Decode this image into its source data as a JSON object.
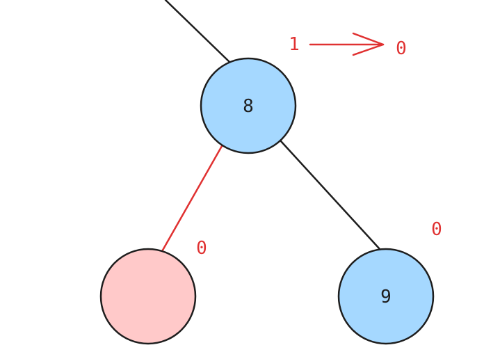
{
  "colors": {
    "node_blue": "#a5d8ff",
    "node_pink": "#ffc9c9",
    "stroke_dark": "#1e1e1e",
    "annotation_red": "#e03131"
  },
  "nodes": {
    "root": {
      "label": "8",
      "color": "blue"
    },
    "left_child": {
      "label": "",
      "color": "pink"
    },
    "right_child": {
      "label": "9",
      "color": "blue"
    }
  },
  "annotations": {
    "root_balance_before": "1",
    "root_balance_after": "0",
    "left_balance": "0",
    "right_balance": "0"
  },
  "edges": [
    {
      "from": "parent-offscreen",
      "to": "root",
      "color": "dark"
    },
    {
      "from": "root",
      "to": "left_child",
      "color": "red"
    },
    {
      "from": "root",
      "to": "right_child",
      "color": "dark"
    }
  ]
}
